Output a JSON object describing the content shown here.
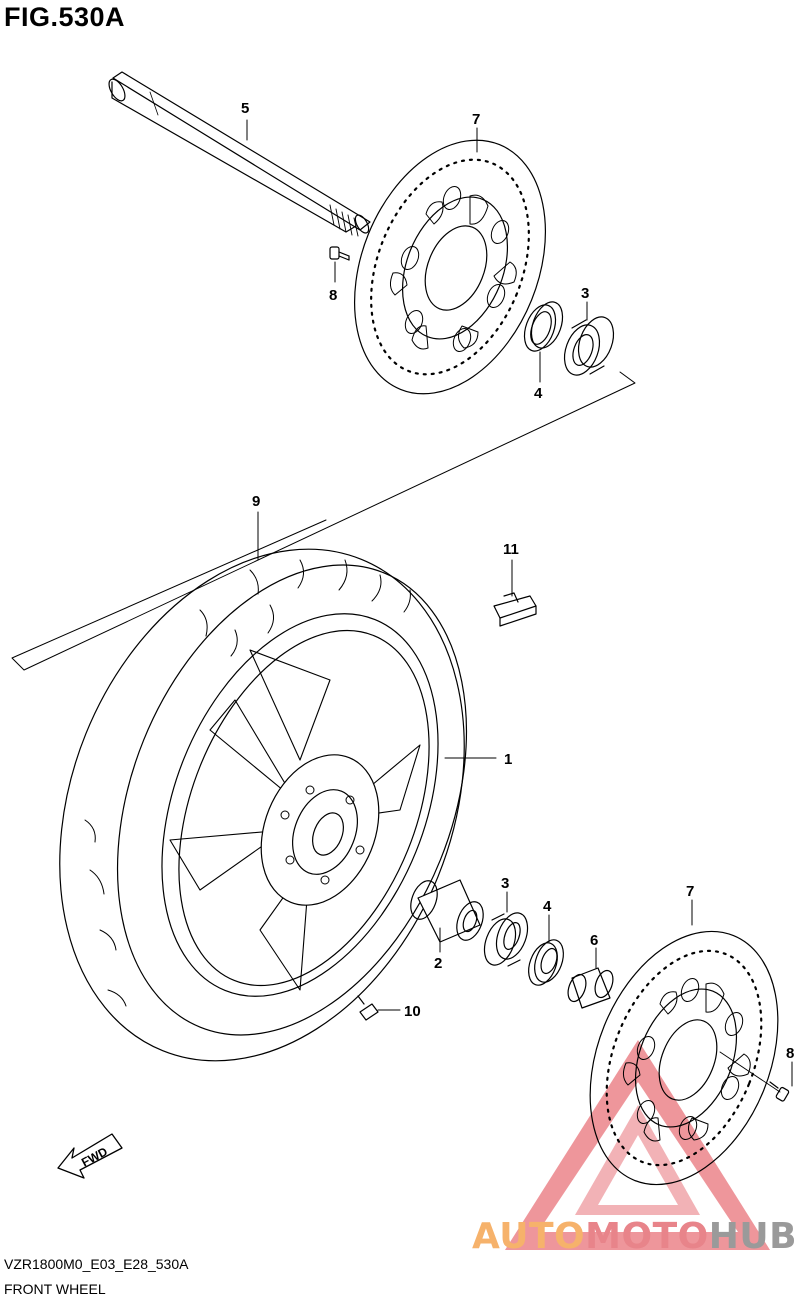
{
  "figure": {
    "title": "FIG.530A",
    "model_code": "VZR1800M0_E03_E28_530A",
    "section_name": "FRONT WHEEL"
  },
  "callouts": {
    "c1": "1",
    "c2": "2",
    "c3a": "3",
    "c3b": "3",
    "c4a": "4",
    "c4b": "4",
    "c5": "5",
    "c6": "6",
    "c7a": "7",
    "c7b": "7",
    "c8a": "8",
    "c8b": "8",
    "c9": "9",
    "c10": "10",
    "c11": "11"
  },
  "direction_marker": "FWD",
  "watermark": {
    "part_a": "AUTO",
    "part_b": "MOTO",
    "part_c": "HUB",
    "colors": {
      "orange": "#f6b26b",
      "red": "#e06666",
      "gray": "#9a9a9a"
    }
  }
}
